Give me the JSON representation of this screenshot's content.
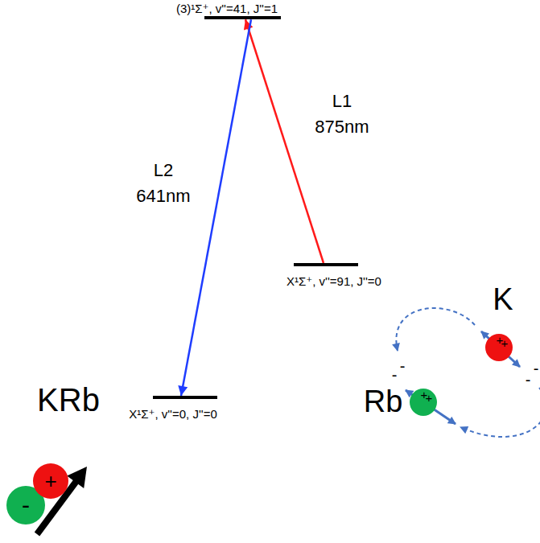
{
  "diagram": {
    "nodes": [
      {
        "text": [
          "(3)¹Σ⁺, v''=41, J''=1"
        ]
      },
      {
        "text": [
          "X¹Σ⁺, v''=91, J''=0"
        ]
      },
      {
        "text": [
          "X¹Σ⁺, v''=0, J''=0"
        ]
      },
      {
        "text": [
          "+"
        ]
      },
      {
        "text": [
          "-"
        ]
      },
      {
        "text": [
          "+",
          "+"
        ]
      },
      {
        "text": [
          "+",
          "+"
        ]
      }
    ],
    "edges": [
      {
        "from": 1,
        "to": 0,
        "arrow": "to",
        "label": "L1 875nm"
      },
      {
        "from": 0,
        "to": 2,
        "arrow": "to",
        "label": "L2 641nm"
      }
    ],
    "labels": [
      "KRb",
      "K",
      "Rb",
      "-",
      "-",
      "-",
      "-"
    ]
  }
}
